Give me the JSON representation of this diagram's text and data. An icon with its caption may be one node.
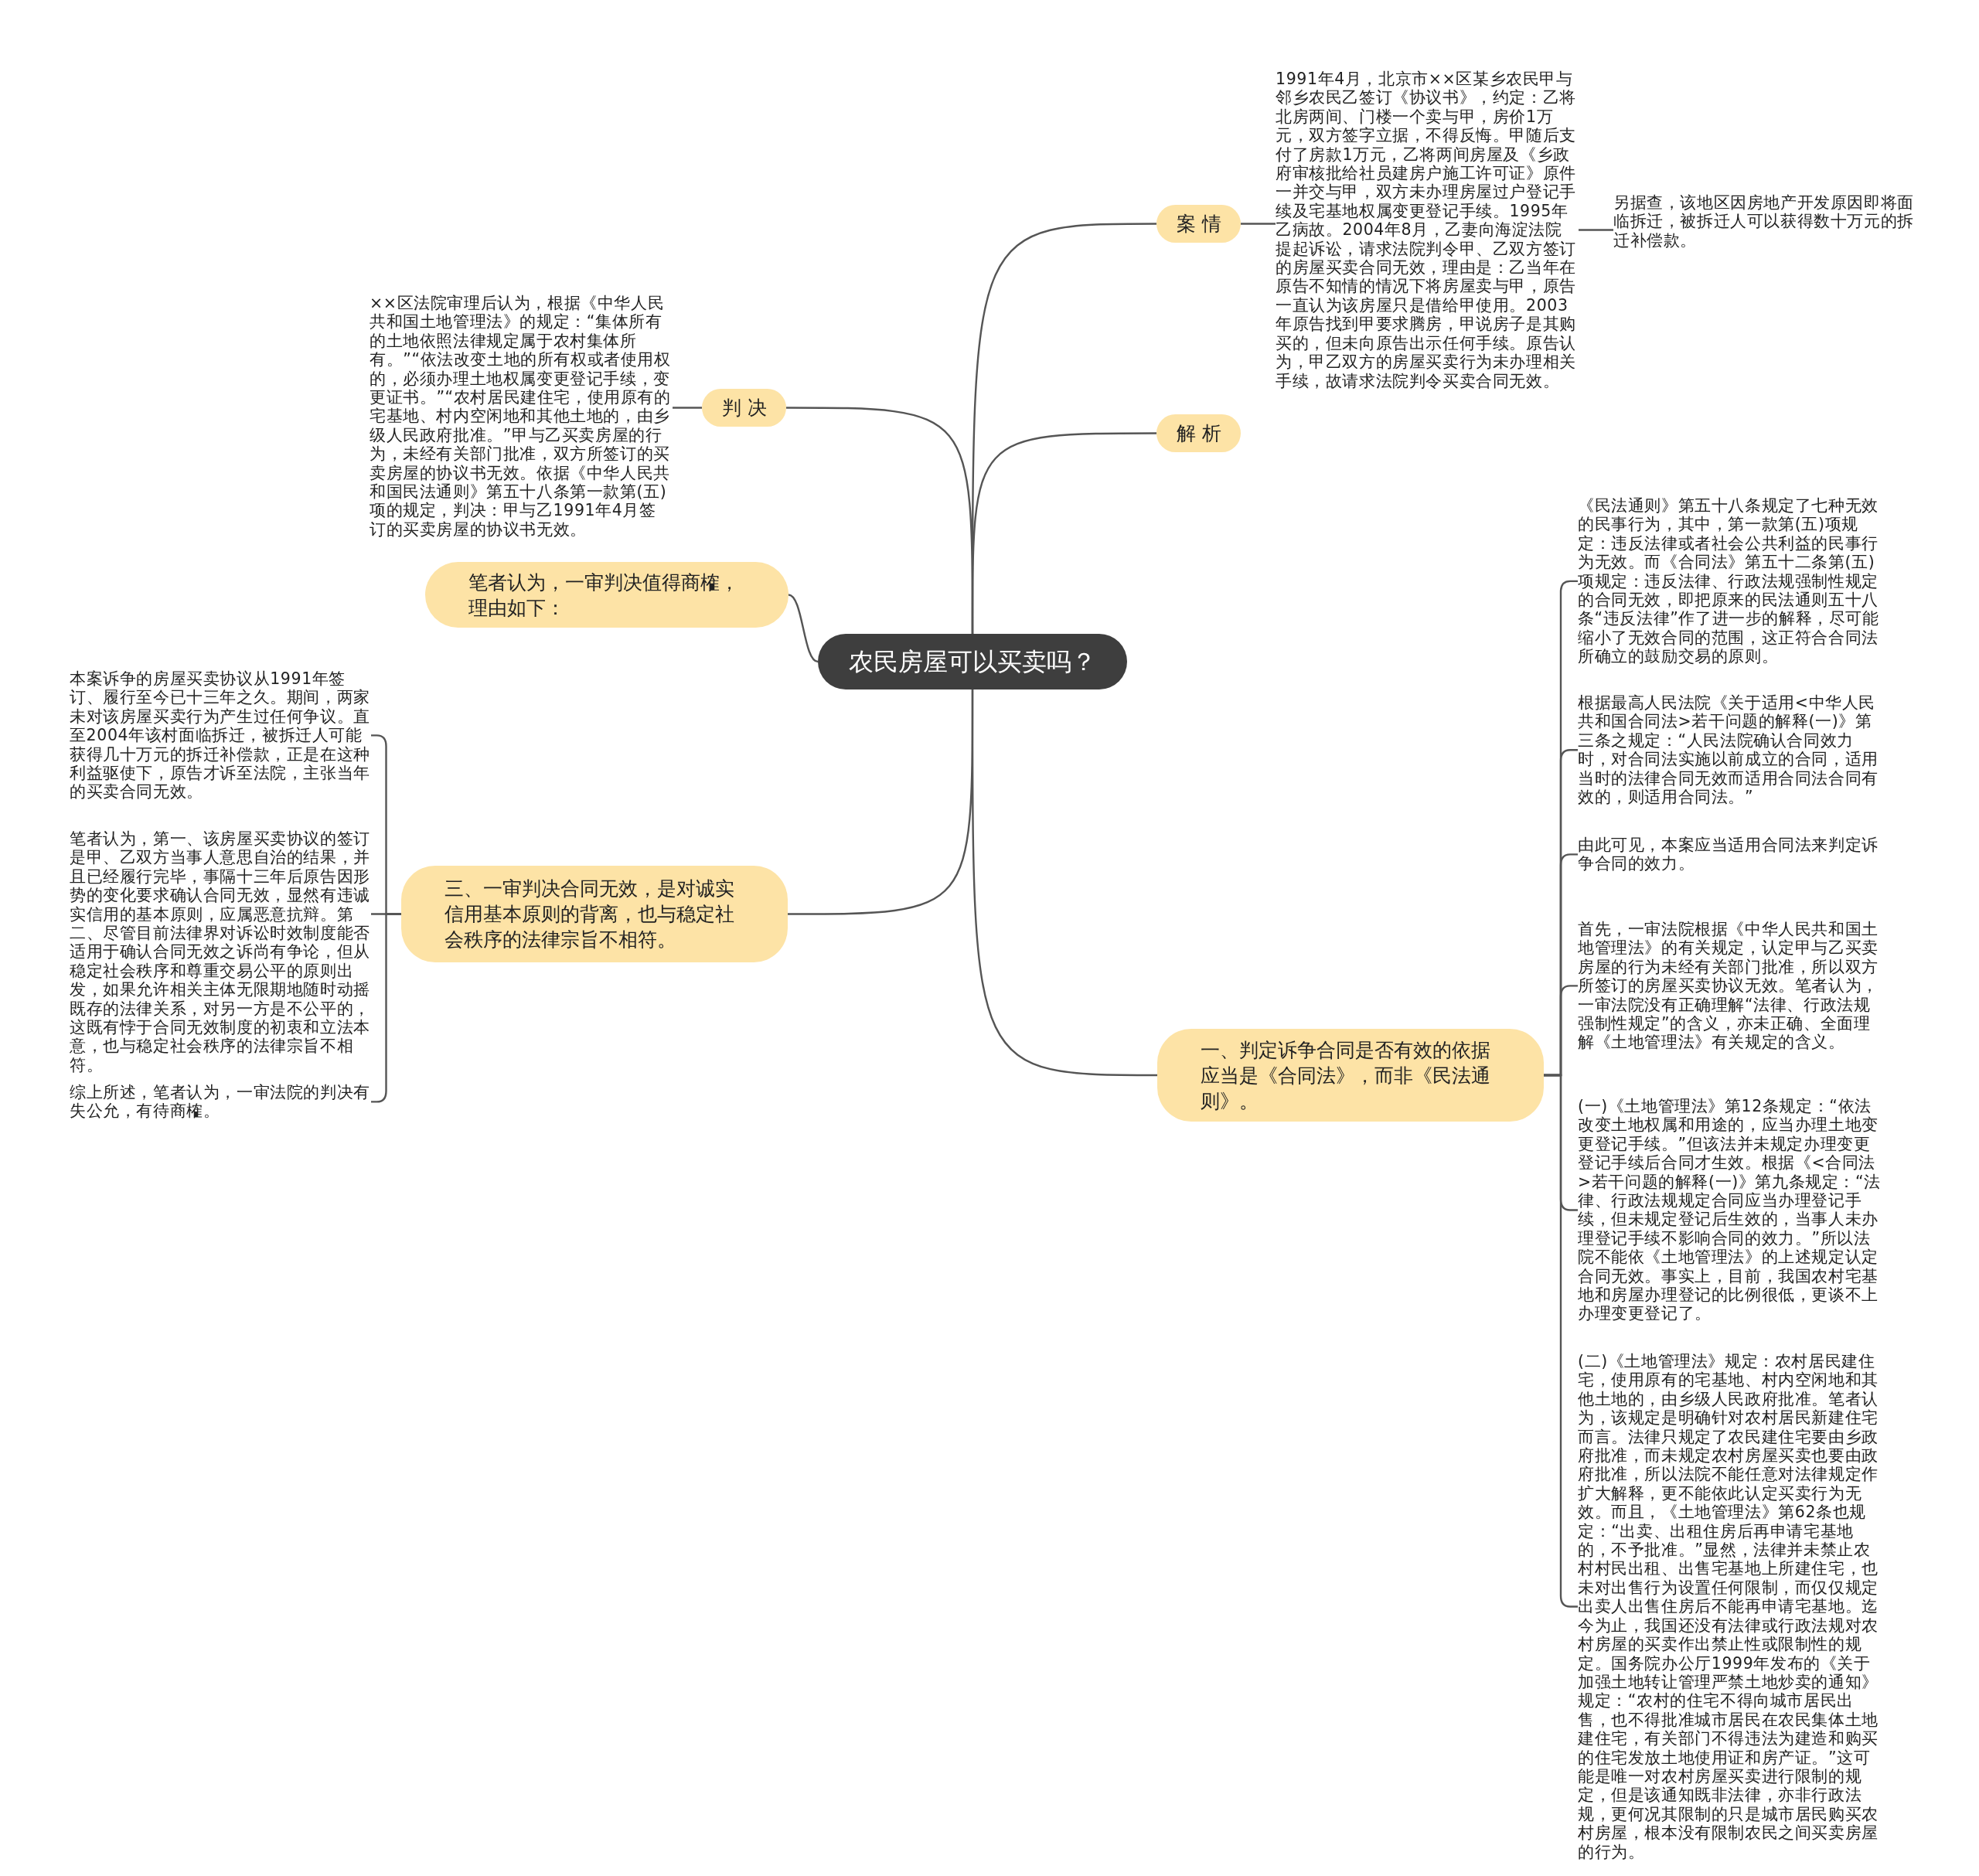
{
  "diagram": {
    "nodes": [
      {
        "text": [
          "农民房屋可以买卖吗？"
        ]
      },
      {
        "text": [
          "案情"
        ]
      },
      {
        "text": [
          "1991年4月，北京市××区某乡农民甲与邻乡农民乙签订《协议书》，约定：乙将北房两间、门楼一个卖与甲，房价1万元，双方签字立据，不得反悔。甲随后支付了房款1万元，乙将两间房屋及《乡政府审核批给社员建房户施工许可证》原件一并交与甲，双方未办理房屋过户登记手续及宅基地权属变更登记手续。1995年乙病故。2004年8月，乙妻向海淀法院提起诉讼，请求法院判令甲、乙双方签订的房屋买卖合同无效，理由是：乙当年在原告不知情的情况下将房屋卖与甲，原告一直认为该房屋只是借给甲使用。2003年原告找到甲要求腾房，甲说房子是其购买的，但未向原告出示任何手续。原告认为，甲乙双方的房屋买卖行为未办理相关手续，故请求法院判令买卖合同无效。"
        ]
      },
      {
        "text": [
          "另据查，该地区因房地产开发原因即将面临拆迁，被拆迁人可以获得数十万元的拆迁补偿款。"
        ]
      },
      {
        "text": [
          "解析"
        ]
      },
      {
        "text": [
          "判决"
        ]
      },
      {
        "text": [
          "××区法院审理后认为，根据《中华人民共和国土地管理法》的规定：“集体所有的土地依照法律规定属于农村集体所有。”“依法改变土地的所有权或者使用权的，必须办理土地权属变更登记手续，变更证书。”“农村居民建住宅，使用原有的宅基地、村内空闲地和其他土地的，由乡级人民政府批准。”甲与乙买卖房屋的行为，未经有关部门批准，双方所签订的买卖房屋的协议书无效。依据《中华人民共和国民法通则》第五十八条第一款第(五)项的规定，判决：甲与乙1991年4月签订的买卖房屋的协议书无效。"
        ]
      },
      {
        "text": [
          "笔者认为，一审判决值得商榷，理由如下："
        ]
      },
      {
        "text": [
          "三、一审判决合同无效，是对诚实信用基本原则的背离，也与稳定社会秩序的法律宗旨不相符。"
        ]
      },
      {
        "text": [
          "本案诉争的房屋买卖协议从1991年签订、履行至今已十三年之久。期间，两家未对该房屋买卖行为产生过任何争议。直至2004年该村面临拆迁，被拆迁人可能获得几十万元的拆迁补偿款，正是在这种利益驱使下，原告才诉至法院，主张当年的买卖合同无效。"
        ]
      },
      {
        "text": [
          "笔者认为，第一、该房屋买卖协议的签订是甲、乙双方当事人意思自治的结果，并且已经履行完毕，事隔十三年后原告因形势的变化要求确认合同无效，显然有违诚实信用的基本原则，应属恶意抗辩。第二、尽管目前法律界对诉讼时效制度能否适用于确认合同无效之诉尚有争论，但从稳定社会秩序和尊重交易公平的原则出发，如果允许相关主体无限期地随时动摇既存的法律关系，对另一方是不公平的，这既有悖于合同无效制度的初衷和立法本意，也与稳定社会秩序的法律宗旨不相符。"
        ]
      },
      {
        "text": [
          "综上所述，笔者认为，一审法院的判决有失公允，有待商榷。"
        ]
      },
      {
        "text": [
          "一、判定诉争合同是否有效的依据应当是《合同法》，而非《民法通则》。"
        ]
      },
      {
        "text": [
          "《民法通则》第五十八条规定了七种无效的民事行为，其中，第一款第(五)项规定：违反法律或者社会公共利益的民事行为无效。而《合同法》第五十二条第(五)项规定：违反法律、行政法规强制性规定的合同无效，即把原来的民法通则五十八条“违反法律”作了进一步的解释，尽可能缩小了无效合同的范围，这正符合合同法所确立的鼓励交易的原则。"
        ]
      },
      {
        "text": [
          "根据最高人民法院《关于适用<中华人民共和国合同法>若干问题的解释(一)》第三条之规定：“人民法院确认合同效力时，对合同法实施以前成立的合同，适用当时的法律合同无效而适用合同法合同有效的，则适用合同法。”"
        ]
      },
      {
        "text": [
          "由此可见，本案应当适用合同法来判定诉争合同的效力。"
        ]
      },
      {
        "text": [
          "首先，一审法院根据《中华人民共和国土地管理法》的有关规定，认定甲与乙买卖房屋的行为未经有关部门批准，所以双方所签订的房屋买卖协议无效。笔者认为，一审法院没有正确理解“法律、行政法规强制性规定”的含义，亦未正确、全面理解《土地管理法》有关规定的含义。"
        ]
      },
      {
        "text": [
          "(一)《土地管理法》第12条规定：“依法改变土地权属和用途的，应当办理土地变更登记手续。”但该法并未规定办理变更登记手续后合同才生效。根据《<合同法>若干问题的解释(一)》第九条规定：“法律、行政法规规定合同应当办理登记手续，但未规定登记后生效的，当事人未办理登记手续不影响合同的效力。”所以法院不能依《土地管理法》的上述规定认定合同无效。事实上，目前，我国农村宅基地和房屋办理登记的比例很低，更谈不上办理变更登记了。"
        ]
      },
      {
        "text": [
          "(二)《土地管理法》规定：农村居民建住宅，使用原有的宅基地、村内空闲地和其他土地的，由乡级人民政府批准。笔者认为，该规定是明确针对农村居民新建住宅而言。法律只规定了农民建住宅要由乡政府批准，而未规定农村房屋买卖也要由政府批准，所以法院不能任意对法律规定作扩大解释，更不能依此认定买卖行为无效。而且，《土地管理法》第62条也规定：“出卖、出租住房后再申请宅基地的，不予批准。”显然，法律并未禁止农村村民出租、出售宅基地上所建住宅，也未对出售行为设置任何限制，而仅仅规定出卖人出售住房后不能再申请宅基地。迄今为止，我国还没有法律或行政法规对农村房屋的买卖作出禁止性或限制性的规定。国务院办公厅1999年发布的《关于加强土地转让管理严禁土地炒卖的通知》规定：“农村的住宅不得向城市居民出售，也不得批准城市居民在农民集体土地建住宅，有关部门不得违法为建造和购买的住宅发放土地使用证和房产证。”这可能是唯一对农村房屋买卖进行限制的规定，但是该通知既非法律，亦非行政法规，更何况其限制的只是城市居民购买农村房屋，根本没有限制农民之间买卖房屋的行为。"
        ]
      }
    ],
    "edges": [
      {
        "from": 0,
        "to": 1,
        "arrow": "none"
      },
      {
        "from": 1,
        "to": 2,
        "arrow": "none"
      },
      {
        "from": 2,
        "to": 3,
        "arrow": "none"
      },
      {
        "from": 0,
        "to": 4,
        "arrow": "none"
      },
      {
        "from": 0,
        "to": 5,
        "arrow": "none"
      },
      {
        "from": 5,
        "to": 6,
        "arrow": "none"
      },
      {
        "from": 0,
        "to": 7,
        "arrow": "none"
      },
      {
        "from": 0,
        "to": 8,
        "arrow": "none"
      },
      {
        "from": 8,
        "to": 9,
        "arrow": "none"
      },
      {
        "from": 8,
        "to": 10,
        "arrow": "none"
      },
      {
        "from": 8,
        "to": 11,
        "arrow": "none"
      },
      {
        "from": 0,
        "to": 12,
        "arrow": "none"
      },
      {
        "from": 12,
        "to": 13,
        "arrow": "none"
      },
      {
        "from": 12,
        "to": 14,
        "arrow": "none"
      },
      {
        "from": 12,
        "to": 15,
        "arrow": "none"
      },
      {
        "from": 12,
        "to": 16,
        "arrow": "none"
      },
      {
        "from": 12,
        "to": 17,
        "arrow": "none"
      },
      {
        "from": 12,
        "to": 18,
        "arrow": "none"
      }
    ]
  }
}
